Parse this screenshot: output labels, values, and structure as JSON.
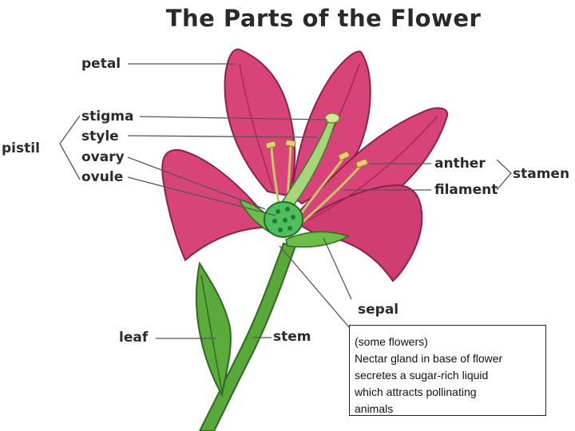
{
  "title": "The Parts of the Flower",
  "labels": {
    "petal": "petal",
    "stigma": "stigma",
    "style": "style",
    "ovary": "ovary",
    "ovule": "ovule",
    "pistil": "pistil",
    "anther": "anther",
    "filament": "filament",
    "stamen": "stamen",
    "sepal": "sepal",
    "leaf": "leaf",
    "stem": "stem"
  },
  "note": {
    "lines": [
      "(some flowers)",
      "Nectar gland in base of flower",
      "secretes a  sugar-rich liquid",
      "which attracts pollinating",
      "animals"
    ]
  },
  "colors": {
    "petal": "#d8447a",
    "petal_dark": "#a8285a",
    "stem": "#58a83a",
    "ovary": "#4fbf5a",
    "anther": "#e8d070"
  }
}
